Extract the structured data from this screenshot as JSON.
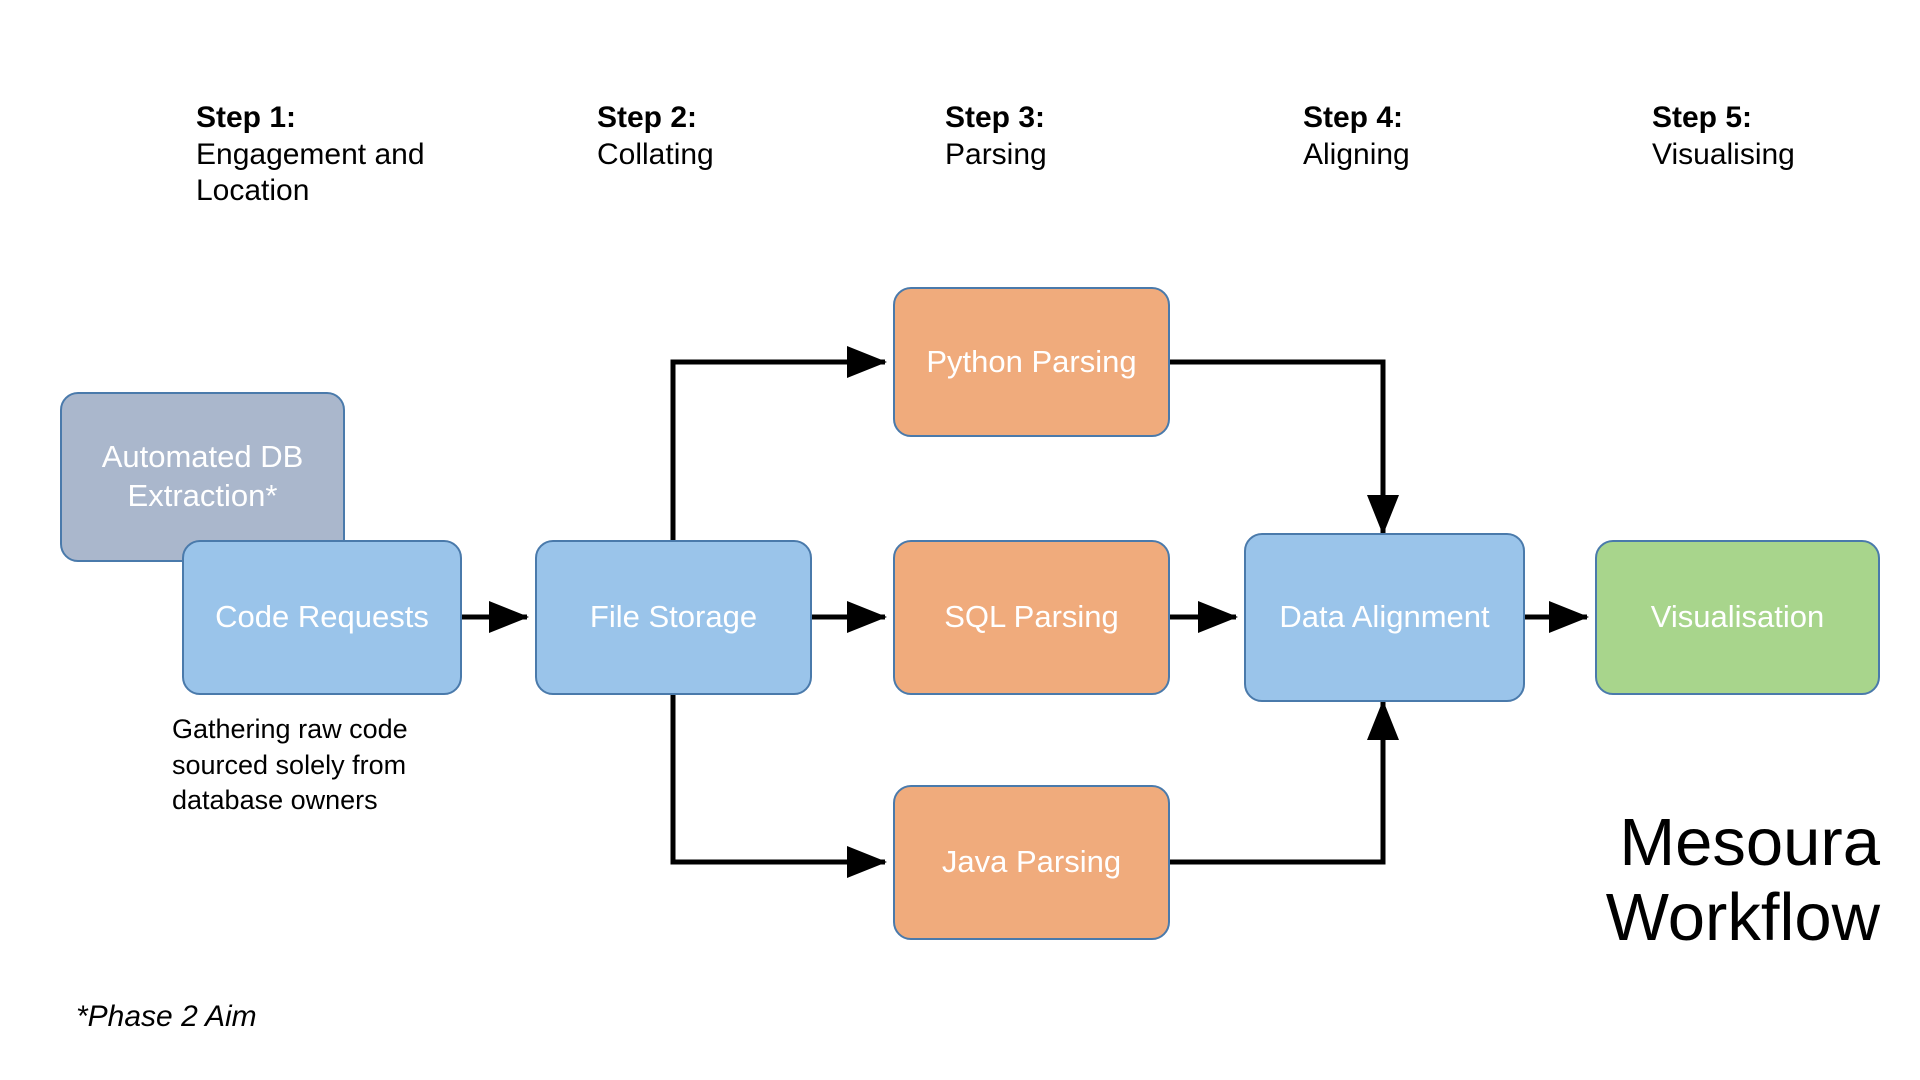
{
  "diagram": {
    "brand_title": "Mesoura\nWorkflow",
    "footnote": "*Phase 2 Aim",
    "caption_code_requests": "Gathering raw code sourced solely from database owners",
    "colors": {
      "blue": "#9ac4ea",
      "grey": "#aab7cc",
      "orange": "#f0ab7c",
      "green": "#a8d58c",
      "border": "#4a7aab",
      "arrow": "#000000",
      "text_on_node": "#ffffff",
      "text": "#000000"
    },
    "steps": [
      {
        "title": "Step 1:",
        "subtitle": "Engagement and Location"
      },
      {
        "title": "Step 2:",
        "subtitle": "Collating"
      },
      {
        "title": "Step 3:",
        "subtitle": "Parsing"
      },
      {
        "title": "Step 4:",
        "subtitle": "Aligning"
      },
      {
        "title": "Step 5:",
        "subtitle": "Visualising"
      }
    ],
    "nodes": [
      {
        "id": "automated-db-extraction",
        "label": "Automated DB Extraction*",
        "color": "grey",
        "step": 1
      },
      {
        "id": "code-requests",
        "label": "Code Requests",
        "color": "blue",
        "step": 1
      },
      {
        "id": "file-storage",
        "label": "File Storage",
        "color": "blue",
        "step": 2
      },
      {
        "id": "python-parsing",
        "label": "Python Parsing",
        "color": "orange",
        "step": 3
      },
      {
        "id": "sql-parsing",
        "label": "SQL Parsing",
        "color": "orange",
        "step": 3
      },
      {
        "id": "java-parsing",
        "label": "Java Parsing",
        "color": "orange",
        "step": 3
      },
      {
        "id": "data-alignment",
        "label": "Data Alignment",
        "color": "blue",
        "step": 4
      },
      {
        "id": "visualisation",
        "label": "Visualisation",
        "color": "green",
        "step": 5
      }
    ],
    "edges": [
      {
        "from": "code-requests",
        "to": "file-storage",
        "style": "straight"
      },
      {
        "from": "file-storage",
        "to": "python-parsing",
        "style": "elbow-up"
      },
      {
        "from": "file-storage",
        "to": "sql-parsing",
        "style": "straight"
      },
      {
        "from": "file-storage",
        "to": "java-parsing",
        "style": "elbow-down"
      },
      {
        "from": "python-parsing",
        "to": "data-alignment",
        "style": "elbow-down-into-top"
      },
      {
        "from": "sql-parsing",
        "to": "data-alignment",
        "style": "straight"
      },
      {
        "from": "java-parsing",
        "to": "data-alignment",
        "style": "elbow-up-into-bottom"
      },
      {
        "from": "data-alignment",
        "to": "visualisation",
        "style": "straight"
      }
    ]
  }
}
